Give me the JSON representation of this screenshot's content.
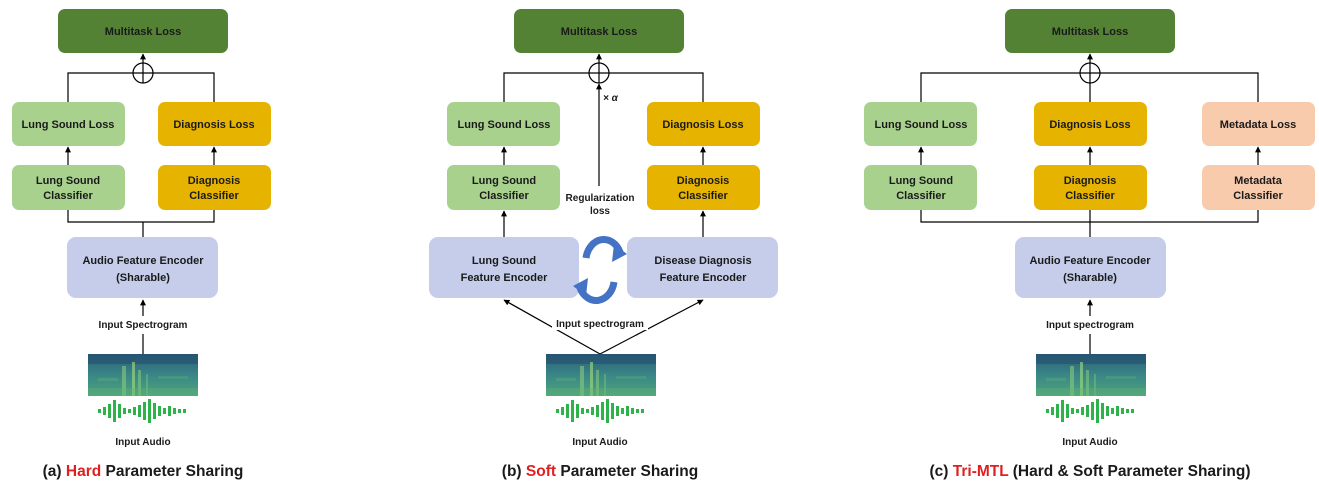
{
  "colors": {
    "loss_dark_green": "#548235",
    "lung_green": "#a9d18e",
    "diagnosis_gold": "#e6b300",
    "encoder_lavender": "#c5cdea",
    "metadata_peach": "#f8cbad",
    "highlight_red": "#e02020",
    "waveform_green": "#2db34a",
    "arrow_blue": "#4472c4"
  },
  "panel_a": {
    "multitask_loss": "Multitask Loss",
    "lung_loss": "Lung Sound Loss",
    "diag_loss": "Diagnosis Loss",
    "lung_clf_1": "Lung Sound",
    "lung_clf_2": "Classifier",
    "diag_clf_1": "Diagnosis",
    "diag_clf_2": "Classifier",
    "encoder_1": "Audio Feature Encoder",
    "encoder_2": "(Sharable)",
    "input_spec": "Input Spectrogram",
    "input_audio": "Input Audio",
    "caption_prefix": "(a) ",
    "caption_highlight": "Hard",
    "caption_suffix": " Parameter Sharing"
  },
  "panel_b": {
    "multitask_loss": "Multitask Loss",
    "alpha": "× α",
    "lung_loss": "Lung Sound Loss",
    "diag_loss": "Diagnosis Loss",
    "lung_clf_1": "Lung Sound",
    "lung_clf_2": "Classifier",
    "diag_clf_1": "Diagnosis",
    "diag_clf_2": "Classifier",
    "reg_1": "Regularization",
    "reg_2": "loss",
    "lung_enc_1": "Lung Sound",
    "lung_enc_2": "Feature Encoder",
    "diag_enc_1": "Disease Diagnosis",
    "diag_enc_2": "Feature Encoder",
    "input_spec": "Input spectrogram",
    "input_audio": "Input Audio",
    "caption_prefix": "(b) ",
    "caption_highlight": "Soft",
    "caption_suffix": " Parameter Sharing"
  },
  "panel_c": {
    "multitask_loss": "Multitask Loss",
    "lung_loss": "Lung Sound Loss",
    "diag_loss": "Diagnosis Loss",
    "meta_loss": "Metadata Loss",
    "lung_clf_1": "Lung Sound",
    "lung_clf_2": "Classifier",
    "diag_clf_1": "Diagnosis",
    "diag_clf_2": "Classifier",
    "meta_clf_1": "Metadata",
    "meta_clf_2": "Classifier",
    "encoder_1": "Audio Feature Encoder",
    "encoder_2": "(Sharable)",
    "input_spec": "Input spectrogram",
    "input_audio": "Input Audio",
    "caption_prefix": "(c) ",
    "caption_highlight": "Tri-MTL",
    "caption_suffix": " (Hard & Soft Parameter Sharing)"
  }
}
